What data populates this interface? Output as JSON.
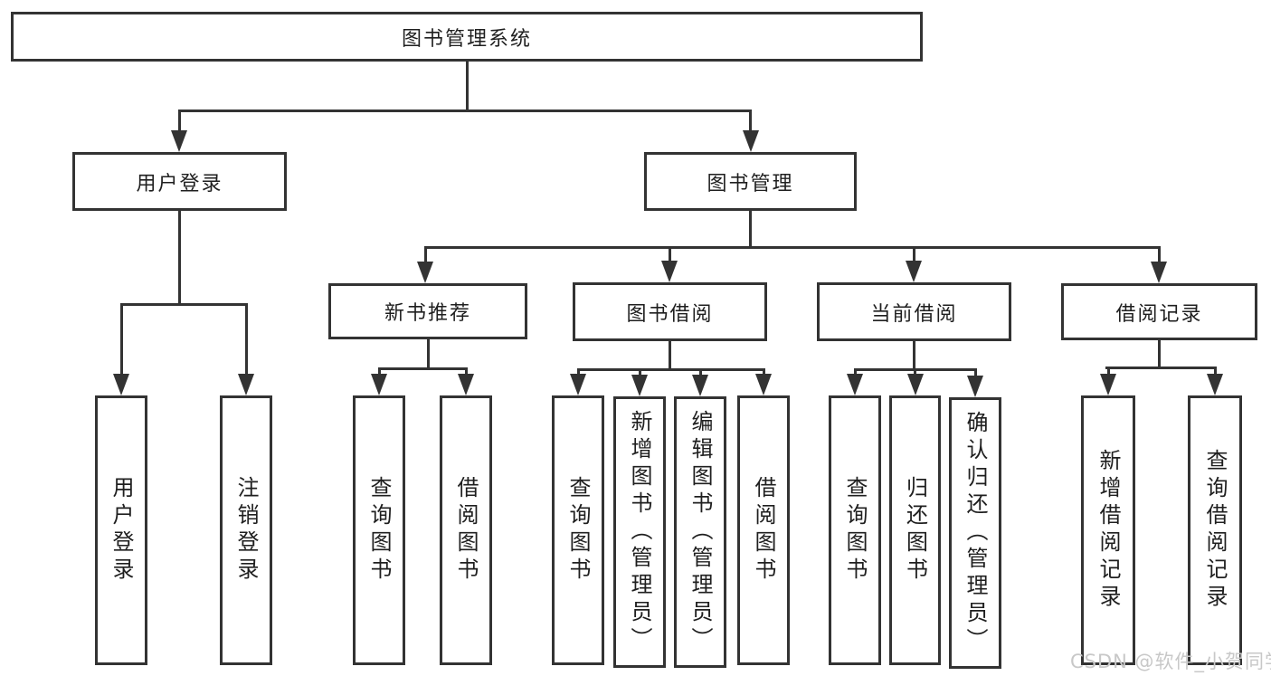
{
  "diagram": {
    "title": "图书管理系统",
    "root": {
      "label": "图书管理系统"
    },
    "level2": [
      {
        "label": "用户登录"
      },
      {
        "label": "图书管理"
      }
    ],
    "level3": [
      {
        "label": "新书推荐"
      },
      {
        "label": "图书借阅"
      },
      {
        "label": "当前借阅"
      },
      {
        "label": "借阅记录"
      }
    ],
    "leaves": {
      "user_login": [
        "用户登录",
        "注销登录"
      ],
      "recommend": [
        "查询图书",
        "借阅图书"
      ],
      "borrow": [
        "查询图书",
        "新增图书（管理员）",
        "编辑图书（管理员）",
        "借阅图书"
      ],
      "current": [
        "查询图书",
        "归还图书",
        "确认归还（管理员）"
      ],
      "records": [
        "新增借阅记录",
        "查询借阅记录"
      ]
    },
    "colors": {
      "line": "#333333",
      "text": "#1f1f1f",
      "box_background": "#ffffff",
      "watermark": "#c8c8c8"
    }
  },
  "watermark": {
    "text": "CSDN @软件_小贺同学"
  }
}
